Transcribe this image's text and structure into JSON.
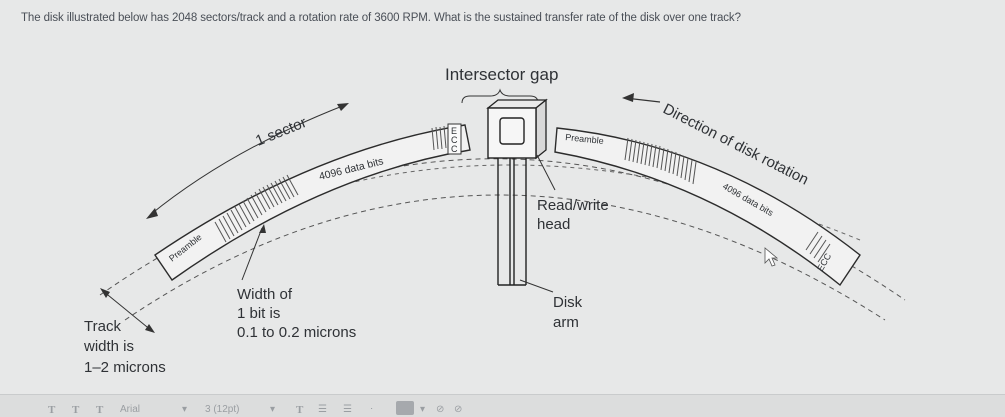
{
  "question": "The disk illustrated below has 2048 sectors/track and a rotation rate of 3600 RPM. What is the sustained transfer rate of the disk over one track?",
  "diagram": {
    "intersector_gap": "Intersector gap",
    "one_sector": "1 sector",
    "direction": "Direction of disk rotation",
    "data_bits_left": "4096 data bits",
    "data_bits_right": "4096 data bits",
    "preamble_left": "Preamble",
    "preamble_right": "Preamble",
    "ecc_letters": [
      "E",
      "C",
      "C"
    ],
    "ecc_right": "ECC",
    "read_write_head": [
      "Read/write",
      "head"
    ],
    "disk_arm": [
      "Disk",
      "arm"
    ],
    "bit_width": [
      "Width of",
      "1 bit is",
      "0.1 to 0.2 microns"
    ],
    "track_width": [
      "Track",
      "width is",
      "1–2 microns"
    ]
  },
  "toolbar": {
    "font_name": "Arial",
    "font_size": "3 (12pt)",
    "t_glyph": "T"
  }
}
